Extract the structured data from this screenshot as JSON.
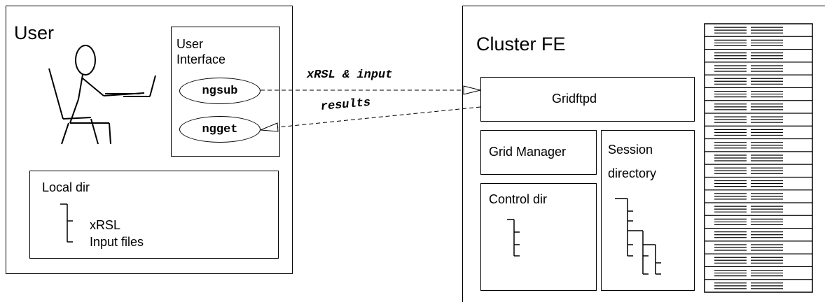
{
  "user_panel": {
    "title": "User",
    "ui_box": {
      "label_line1": "User",
      "label_line2": "Interface",
      "cmd_submit": "ngsub",
      "cmd_get": "ngget"
    },
    "local_dir": {
      "title": "Local dir",
      "item1": "xRSL",
      "item2": "Input files"
    }
  },
  "arrows": {
    "top_label": "xRSL & input",
    "bottom_label": "results"
  },
  "cluster_panel": {
    "title": "Cluster FE",
    "gridftpd": "Gridftpd",
    "grid_manager": "Grid Manager",
    "control_dir": "Control dir",
    "session_line1": "Session",
    "session_line2": "directory"
  },
  "icons": {
    "user": "person-at-laptop-icon",
    "local_tree": "directory-tree-icon",
    "control_tree": "directory-tree-icon",
    "session_tree": "directory-tree-icon",
    "nodes": "cluster-rack-icon"
  }
}
